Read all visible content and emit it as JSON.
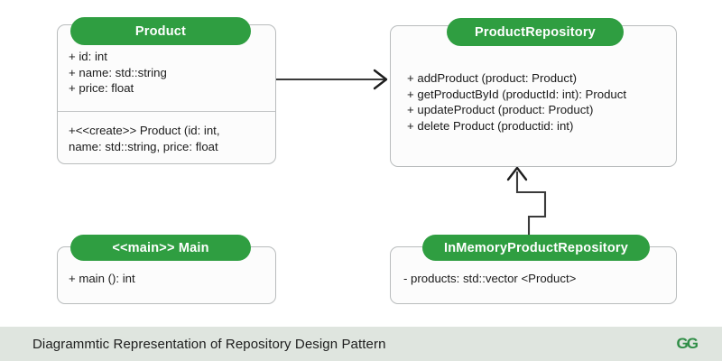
{
  "diagram": {
    "type": "uml-class-diagram",
    "background": "#ffffff",
    "accent_color": "#2f9e41",
    "box_fill": "#fcfcfc",
    "box_border": "#b9bcbd",
    "classes": [
      {
        "id": "product",
        "name": "Product",
        "attributes": [
          "+ id: int",
          "+ name: std::string",
          "+ price: float"
        ],
        "operations": [
          "+<<create>> Product (id: int,\nname: std::string, price: float"
        ]
      },
      {
        "id": "product-repository",
        "name": "ProductRepository",
        "attributes": [],
        "operations": [
          "+ addProduct (product: Product)",
          "+ getProductById (productId: int): Product",
          "+ updateProduct (product: Product)",
          "+ delete Product (productid: int)"
        ]
      },
      {
        "id": "main",
        "name": "<<main>> Main",
        "attributes": [],
        "operations": [
          "+ main (): int"
        ]
      },
      {
        "id": "inmemory-product-repository",
        "name": "InMemoryProductRepository",
        "attributes": [
          "- products: std::vector <Product>"
        ],
        "operations": []
      }
    ],
    "connectors": [
      {
        "id": "product-to-repository",
        "kind": "dependency-arrow",
        "from": "product",
        "to": "product-repository",
        "shape": "horizontal",
        "arrowhead": "open"
      },
      {
        "id": "inmemory-to-repository",
        "kind": "realization-arrow",
        "from": "inmemory-product-repository",
        "to": "product-repository",
        "shape": "orthogonal-step",
        "arrowhead": "open"
      }
    ]
  },
  "caption": {
    "text": "Diagrammtic Representation of Repository Design Pattern",
    "logo": "gfg-logo",
    "logo_text": "GG",
    "background": "#dfe5df"
  }
}
